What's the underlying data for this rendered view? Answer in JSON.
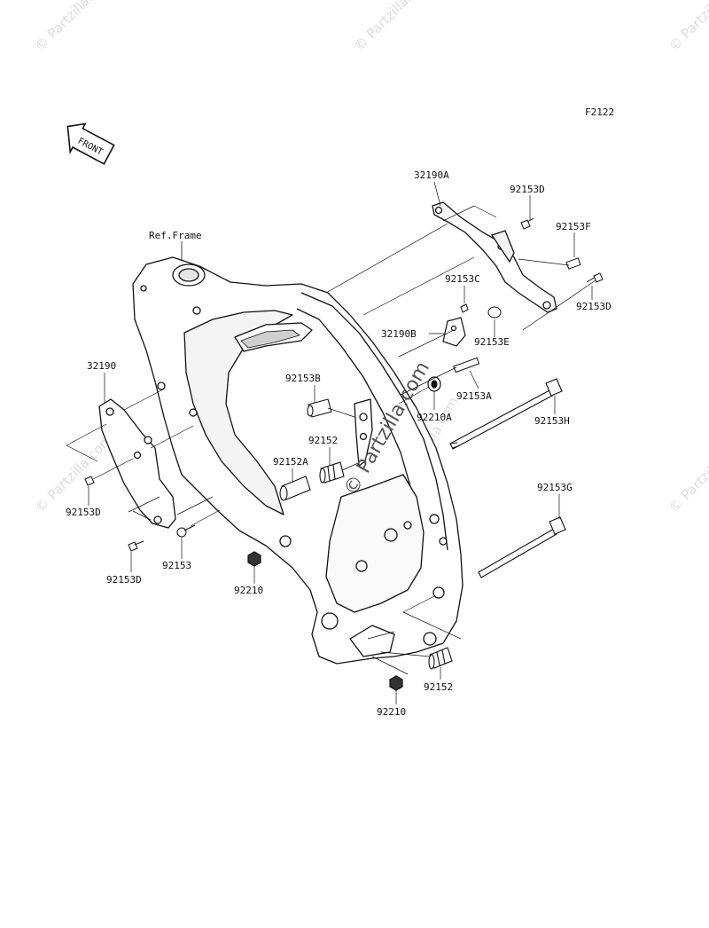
{
  "figure_code": "F2122",
  "ref_frame": "Ref.Frame",
  "front_label": "FRONT",
  "watermark": "© Partzilla.com",
  "parts": {
    "p32190A": "32190A",
    "p92153D_top": "92153D",
    "p92153F": "92153F",
    "p92153C": "92153C",
    "p92153D_right": "92153D",
    "p32190B": "32190B",
    "p92153E": "92153E",
    "p32190": "32190",
    "p92153B": "92153B",
    "p92153A": "92153A",
    "p92210A": "92210A",
    "p92153H": "92153H",
    "p92152_mid": "92152",
    "p92152A": "92152A",
    "p92153D_left": "92153D",
    "p92153G": "92153G",
    "p92153D_bottom": "92153D",
    "p92153": "92153",
    "p92210_left": "92210",
    "p92152_bottom": "92152",
    "p92210_bottom": "92210"
  },
  "colors": {
    "line": "#111111",
    "watermark": "#d8d8d8"
  }
}
